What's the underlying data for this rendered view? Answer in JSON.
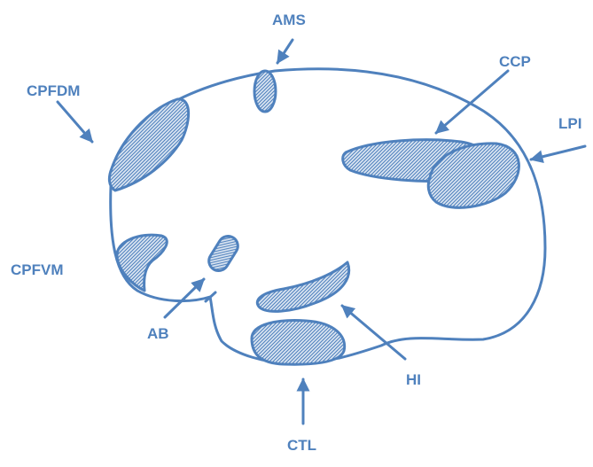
{
  "diagram": {
    "colors": {
      "line": "#4f81bd",
      "hatch_dark": "#4f81bd",
      "hatch_light": "#dce6f2",
      "background": "#ffffff"
    },
    "labels": {
      "ams": "AMS",
      "ccp": "CCP",
      "cpfdm": "CPFDM",
      "lpi": "LPI",
      "cpfvm": "CPFVM",
      "ab": "AB",
      "hi": "HI",
      "ctl": "CTL"
    }
  }
}
